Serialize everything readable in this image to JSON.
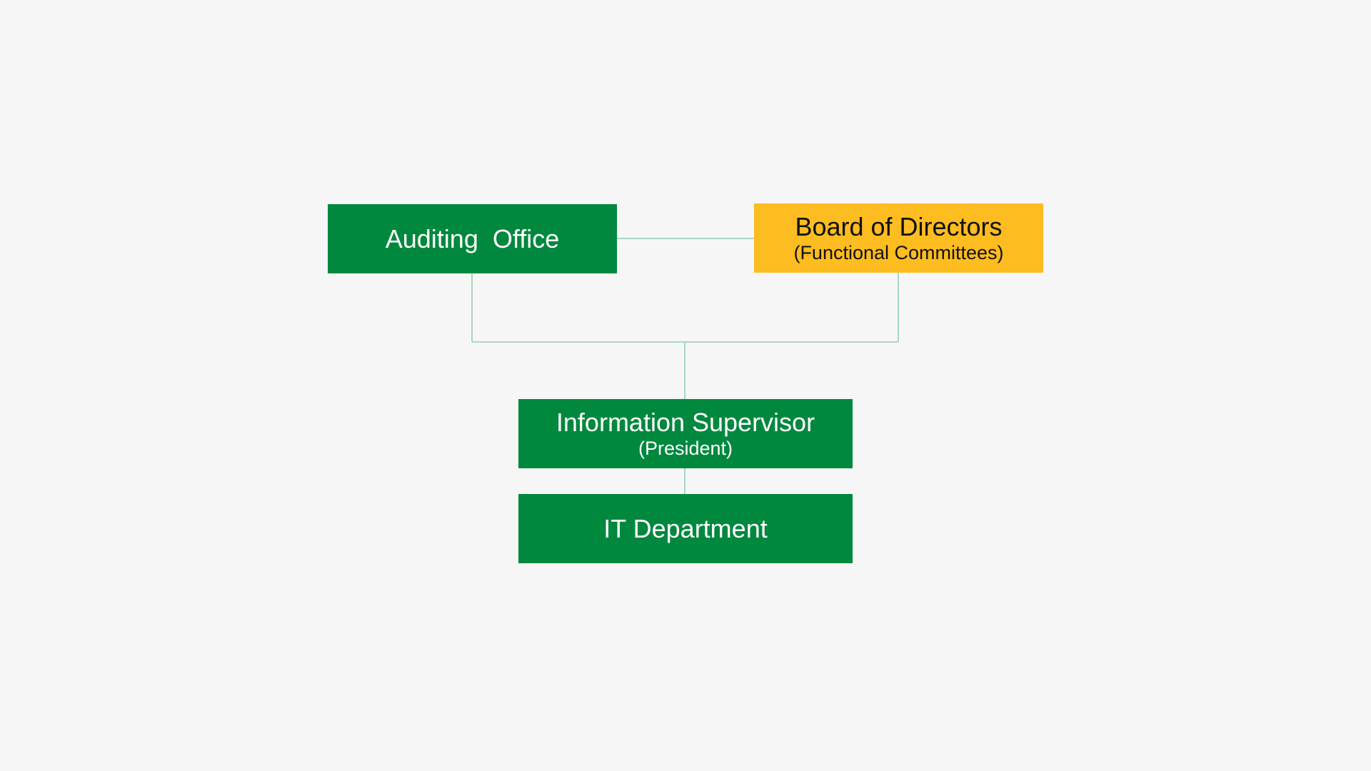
{
  "colors": {
    "background": "#f6f6f6",
    "green": "#00883e",
    "yellow": "#fdbc1f",
    "connector": "#8ccfb5",
    "text_on_green": "#ffffff",
    "text_on_yellow": "#111111"
  },
  "nodes": {
    "auditing_office": {
      "title": "Auditing  Office"
    },
    "board_of_directors": {
      "title": "Board of Directors",
      "subtitle": "(Functional Committees)"
    },
    "information_supervisor": {
      "title": "Information Supervisor",
      "subtitle": "(President)"
    },
    "it_department": {
      "title": "IT Department"
    }
  }
}
